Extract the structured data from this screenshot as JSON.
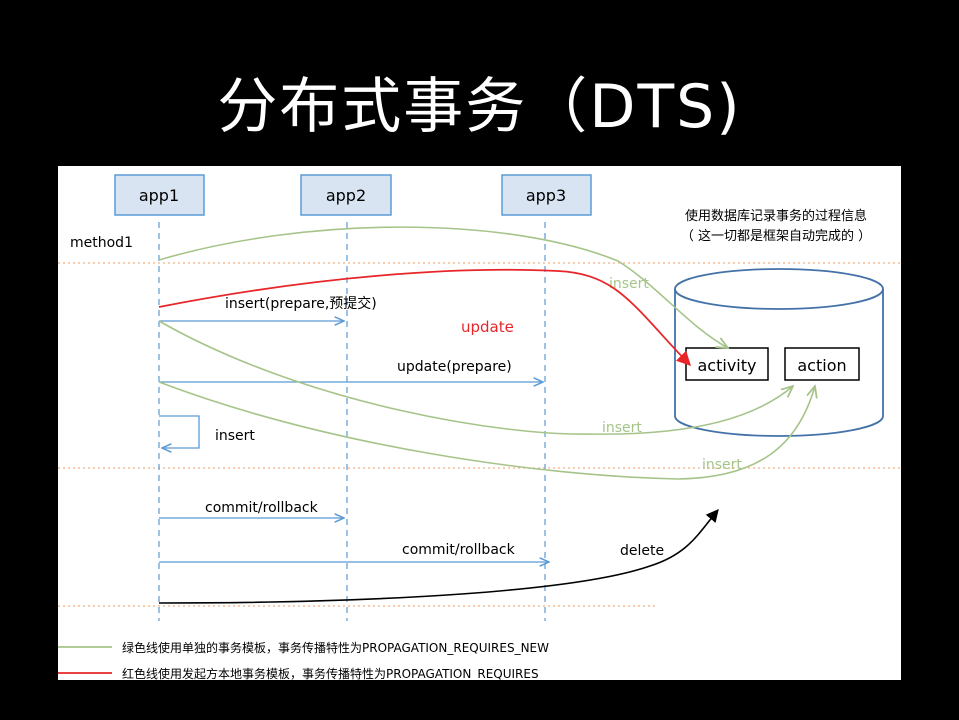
{
  "slide": {
    "title": "分布式事务（DTS)"
  },
  "apps": [
    "app1",
    "app2",
    "app3"
  ],
  "method_label": "method1",
  "note": [
    "使用数据库记录事务的过程信息",
    "（ 这一切都是框架自动完成的 ）"
  ],
  "messages": {
    "insert_prepare": "insert(prepare,预提交)",
    "update_red": "update",
    "update_prepare": "update(prepare)",
    "self_insert": "insert",
    "commit1": "commit/rollback",
    "commit2": "commit/rollback",
    "delete": "delete"
  },
  "db": {
    "tables": [
      "activity",
      "action"
    ]
  },
  "green_labels": [
    "insert",
    "insert",
    "insert"
  ],
  "legend": [
    {
      "color": "#a6c48a",
      "text": "绿色线使用单独的事务模板，事务传播特性为PROPAGATION_REQUIRES_NEW"
    },
    {
      "color": "#e8262a",
      "text": "红色线使用发起方本地事务模板，事务传播特性为PROPAGATION_REQUIRES"
    }
  ],
  "colors": {
    "blue": "#5b9bd5",
    "green": "#a6c48a",
    "red": "#e8262a",
    "orange_dots": "#f4b183",
    "box_fill": "#d9e4f2",
    "box_stroke": "#5b9bd5",
    "db_stroke": "#4472a8"
  }
}
